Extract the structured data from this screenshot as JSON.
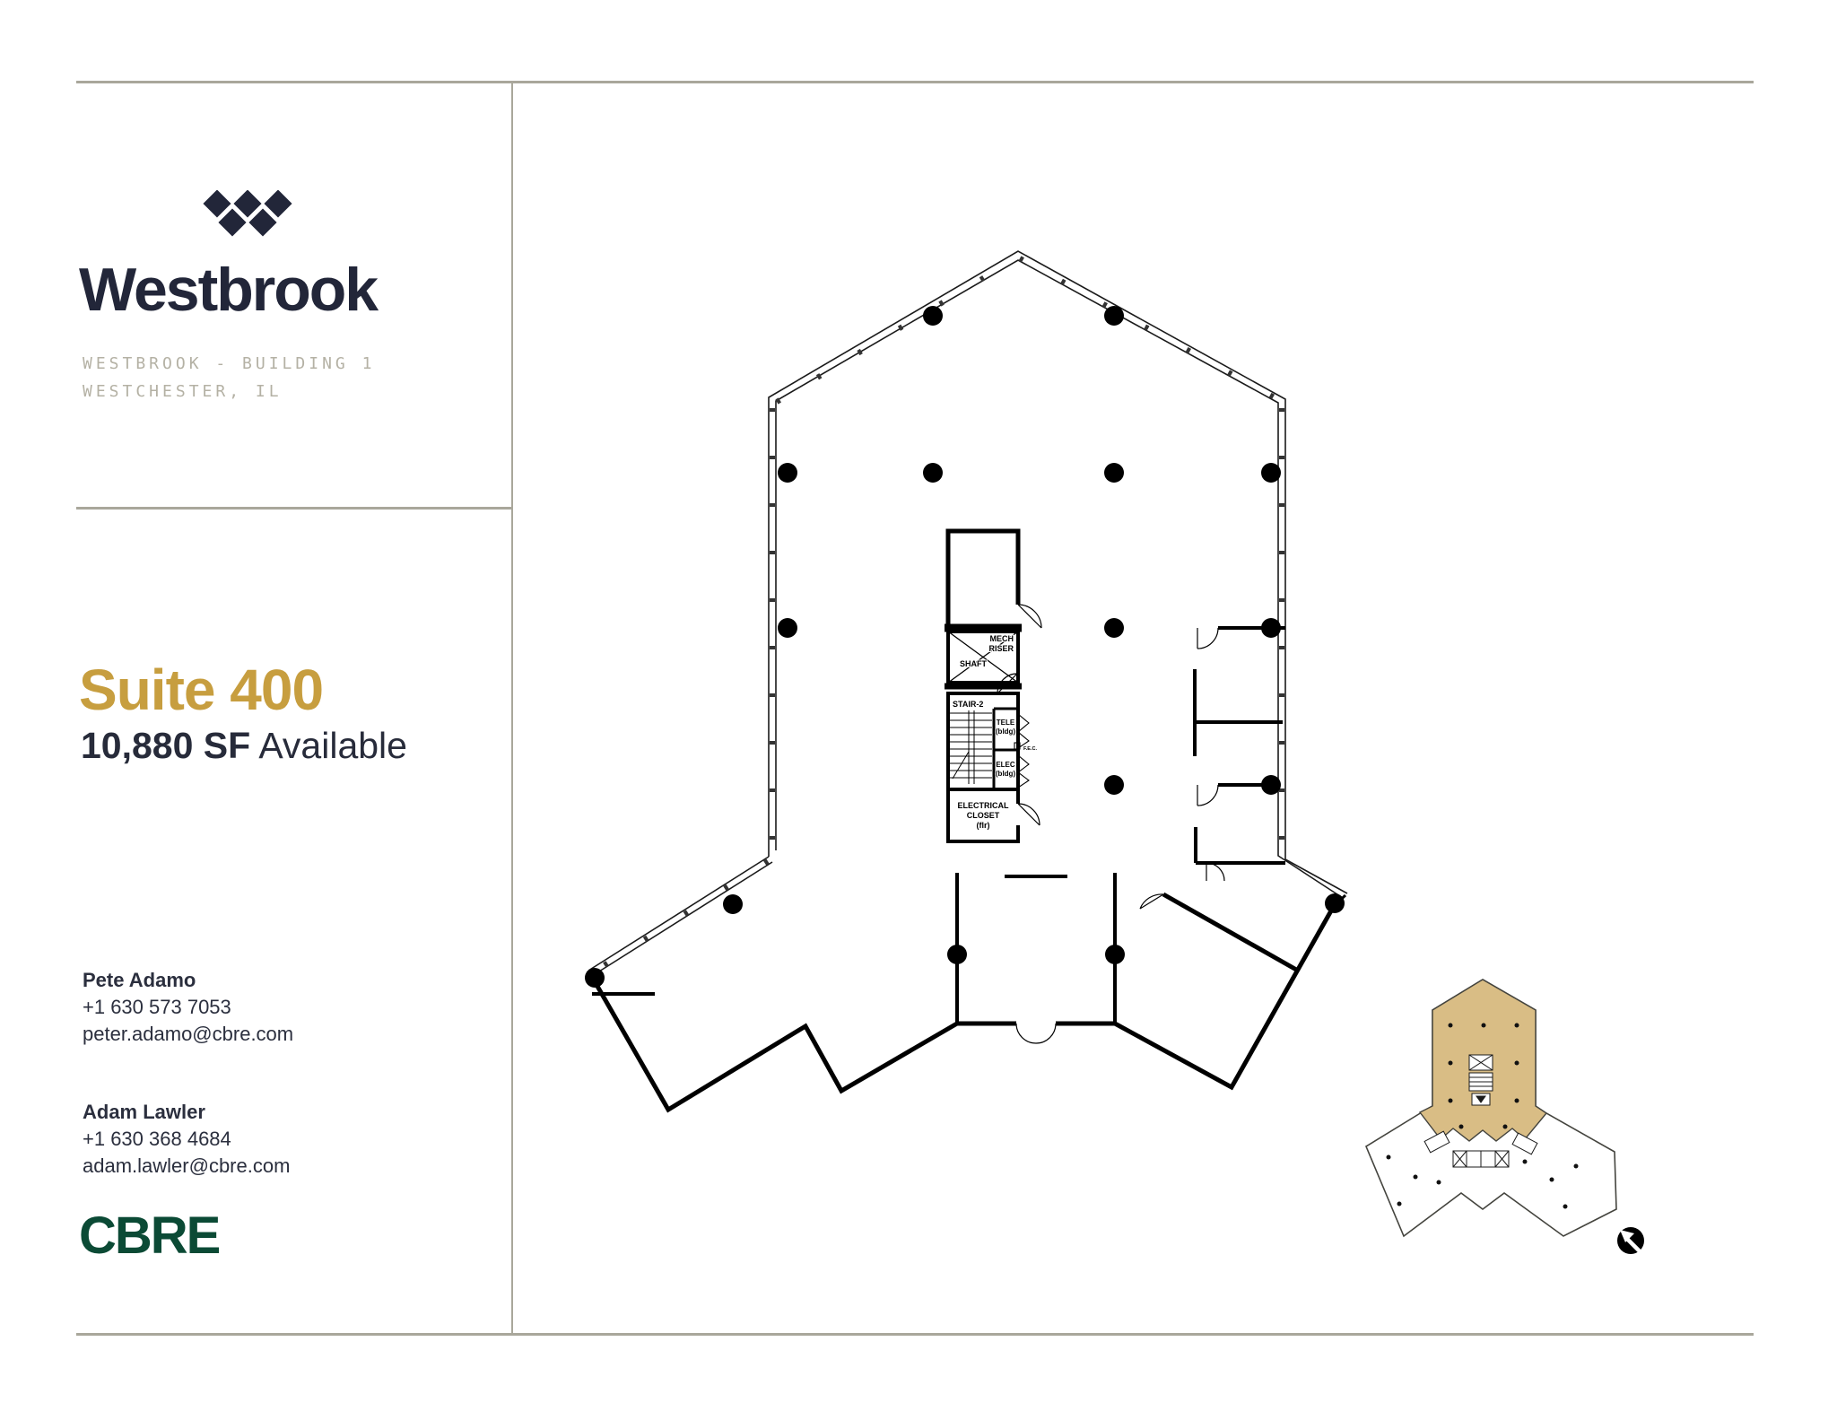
{
  "brand": {
    "wordmark": "Westbrook"
  },
  "property": {
    "building": "WESTBROOK - BUILDING 1",
    "location": "WESTCHESTER, IL"
  },
  "listing": {
    "suite": "Suite 400",
    "area": "10,880 SF",
    "availability": "Available"
  },
  "contacts": [
    {
      "name": "Pete Adamo",
      "phone": "+1 630 573 7053",
      "email": "peter.adamo@cbre.com"
    },
    {
      "name": "Adam Lawler",
      "phone": "+1 630 368 4684",
      "email": "adam.lawler@cbre.com"
    }
  ],
  "broker": {
    "logo_text": "CBRE"
  },
  "floorplan": {
    "rooms": {
      "mech_riser_line1": "MECH",
      "mech_riser_line2": "RISER",
      "shaft": "SHAFT",
      "stair": "STAIR-2",
      "tele_line1": "TELE",
      "tele_line2": "(bldg)",
      "fec": "F.E.C.",
      "elec_line1": "ELEC",
      "elec_line2": "(bldg)",
      "electrical_closet_line1": "ELECTRICAL",
      "electrical_closet_line2": "CLOSET",
      "electrical_closet_line3": "(flr)"
    }
  },
  "colors": {
    "navy": "#222639",
    "gold": "#c79e3f",
    "cbre_green": "#0b4a35",
    "rule_gray": "#a9a79b",
    "subtitle_gray": "#b4b1a4",
    "keyplan_highlight": "#d9bd85"
  }
}
